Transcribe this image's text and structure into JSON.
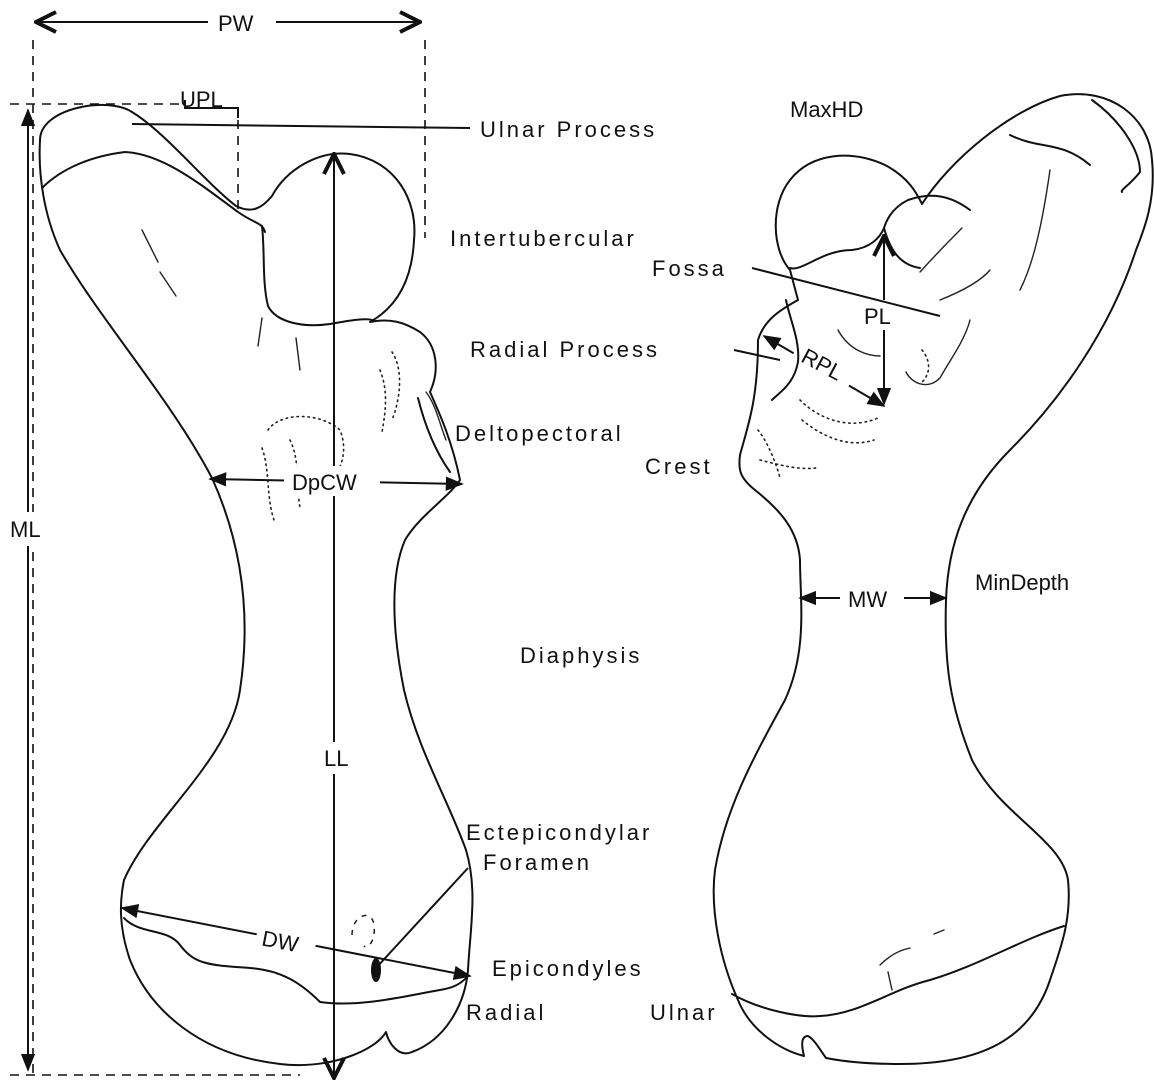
{
  "labels": {
    "pw": "PW",
    "upl": "UPL",
    "ulnar_process": "Ulnar Process",
    "maxhd": "MaxHD",
    "intertubercular": "Intertubercular",
    "fossa": "Fossa",
    "pl": "PL",
    "radial_process": "Radial Process",
    "rpl": "RPL",
    "deltopectoral": "Deltopectoral",
    "crest": "Crest",
    "dpcw": "DpCW",
    "ml": "ML",
    "mw": "MW",
    "mindepth": "MinDepth",
    "diaphysis": "Diaphysis",
    "ll": "LL",
    "ectepicondylar": "Ectepicondylar",
    "foramen": "Foramen",
    "dw": "DW",
    "epicondyles": "Epicondyles",
    "radial": "Radial",
    "ulnar": "Ulnar"
  }
}
